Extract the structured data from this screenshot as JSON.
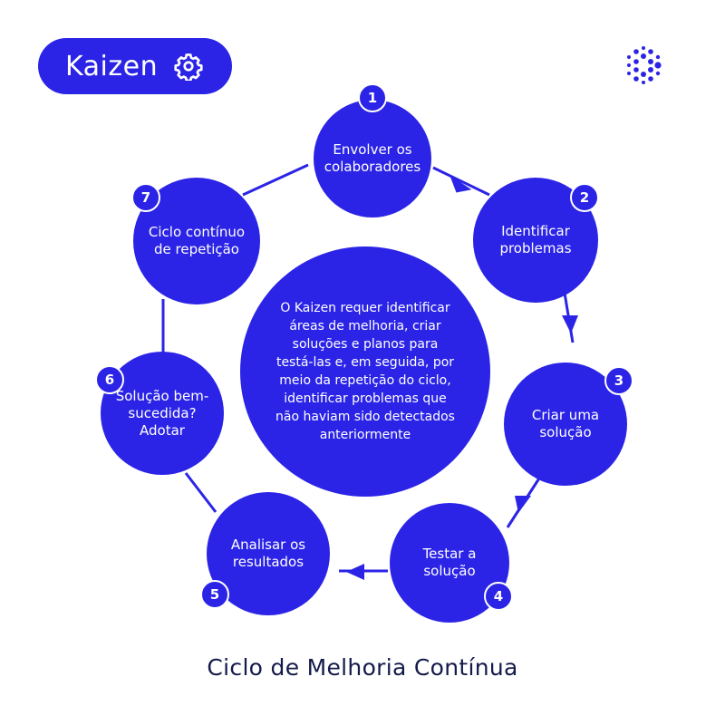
{
  "header": {
    "title": "Kaizen",
    "icon": "gear-icon",
    "brand_color": "#2b24e6"
  },
  "logo": {
    "icon": "dot-grid-logo-icon"
  },
  "center": {
    "text": "O Kaizen requer identificar\náreas de melhoria, criar\nsoluções e planos para\ntestá-las e, em seguida, por\nmeio da repetição do ciclo,\nidentificar problemas que\nnão haviam sido detectados\nanteriormente"
  },
  "steps": [
    {
      "number": "1",
      "label": "Envolver os\ncolaboradores"
    },
    {
      "number": "2",
      "label": "Identificar\nproblemas"
    },
    {
      "number": "3",
      "label": "Criar uma\nsolução"
    },
    {
      "number": "4",
      "label": "Testar a\nsolução"
    },
    {
      "number": "5",
      "label": "Analisar os\nresultados"
    },
    {
      "number": "6",
      "label": "Solução bem-\nsucedida?\nAdotar"
    },
    {
      "number": "7",
      "label": "Ciclo contínuo\nde repetição"
    }
  ],
  "footer": {
    "title": "Ciclo de Melhoria Contínua"
  },
  "colors": {
    "primary": "#2b24e6",
    "title_text": "#141a4a",
    "background": "#ffffff"
  }
}
